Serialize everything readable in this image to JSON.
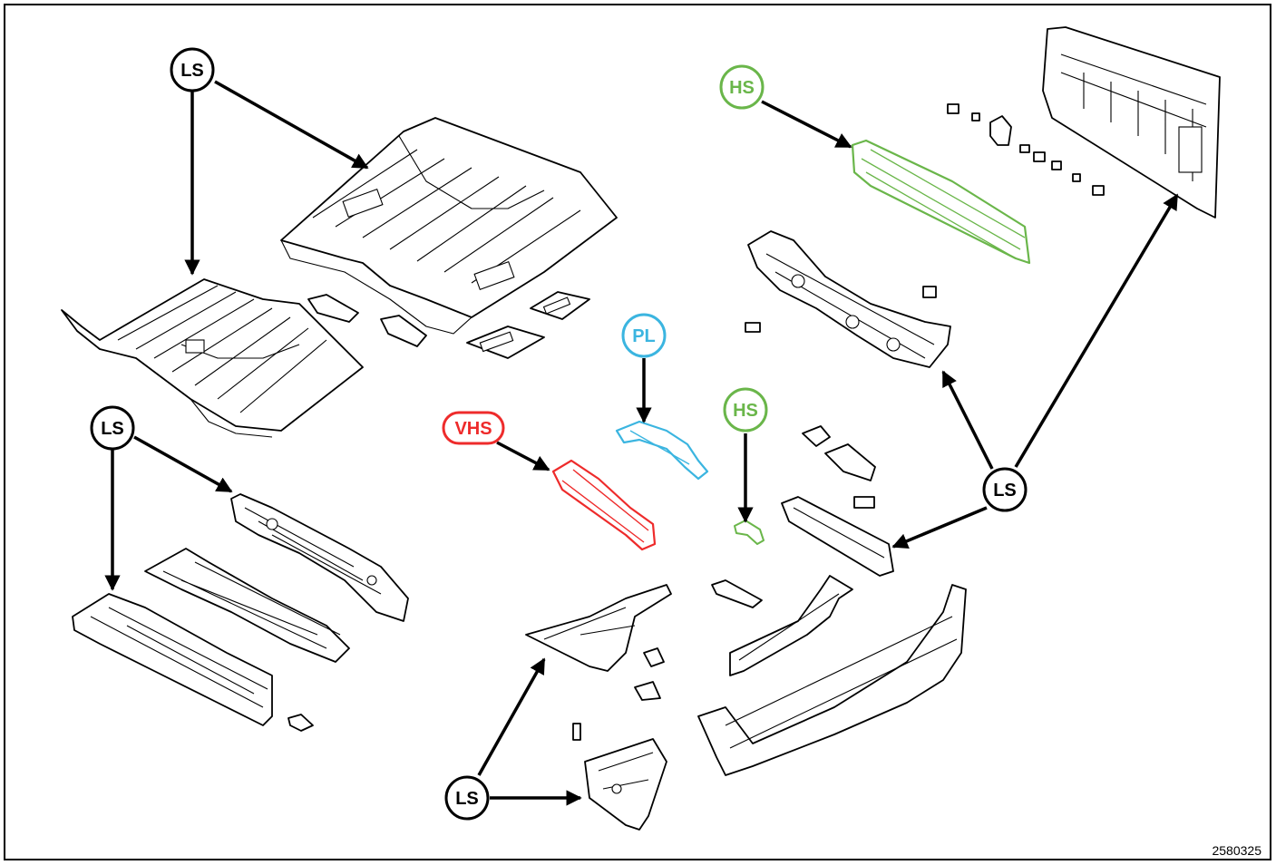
{
  "figure_number": "2580325",
  "colors": {
    "LS": "#000000",
    "HS": "#6ab64a",
    "PL": "#3bb5e0",
    "VHS": "#ee2b2b",
    "line": "#000000",
    "background": "#ffffff"
  },
  "callouts": [
    {
      "id": "ls-1",
      "label": "LS",
      "material": "LS"
    },
    {
      "id": "ls-2",
      "label": "LS",
      "material": "LS"
    },
    {
      "id": "ls-3",
      "label": "LS",
      "material": "LS"
    },
    {
      "id": "ls-4",
      "label": "LS",
      "material": "LS"
    },
    {
      "id": "hs-1",
      "label": "HS",
      "material": "HS"
    },
    {
      "id": "hs-2",
      "label": "HS",
      "material": "HS"
    },
    {
      "id": "pl-1",
      "label": "PL",
      "material": "PL"
    },
    {
      "id": "vhs-1",
      "label": "VHS",
      "material": "VHS"
    }
  ]
}
